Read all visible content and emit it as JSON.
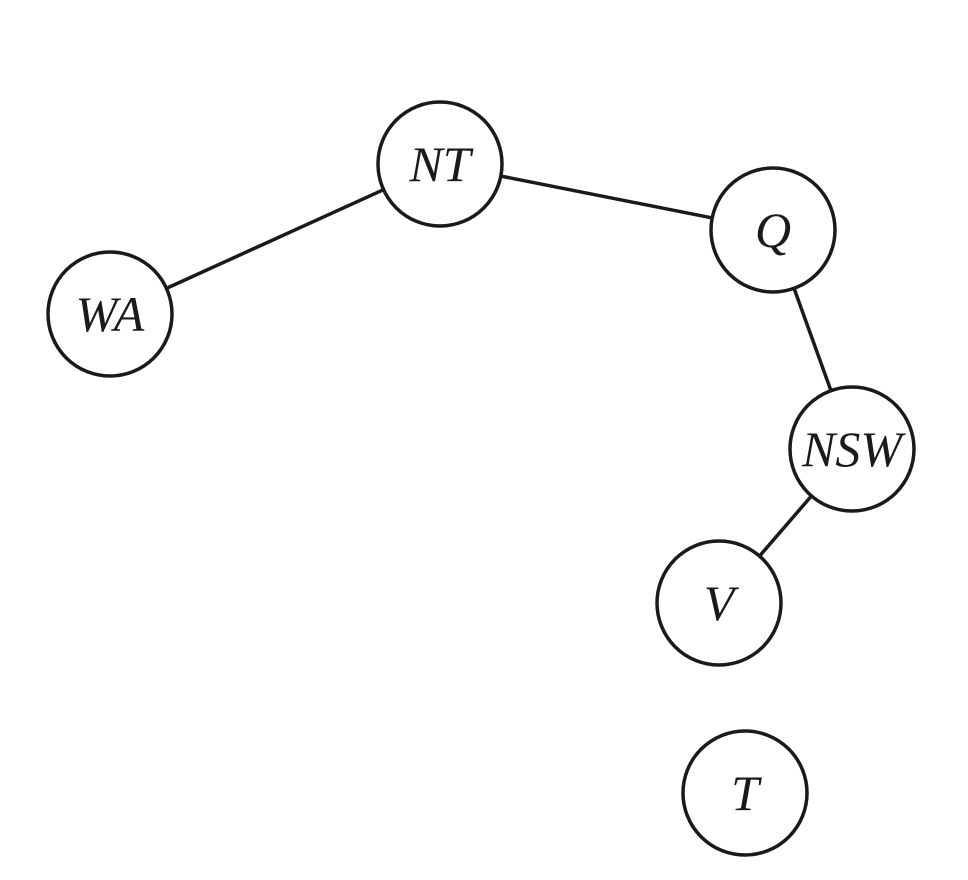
{
  "diagram": {
    "type": "graph",
    "nodes": [
      {
        "id": "WA",
        "label": "WA"
      },
      {
        "id": "NT",
        "label": "NT"
      },
      {
        "id": "Q",
        "label": "Q"
      },
      {
        "id": "NSW",
        "label": "NSW"
      },
      {
        "id": "V",
        "label": "V"
      },
      {
        "id": "T",
        "label": "T"
      }
    ],
    "edges": [
      {
        "from": "WA",
        "to": "NT"
      },
      {
        "from": "NT",
        "to": "Q"
      },
      {
        "from": "Q",
        "to": "NSW"
      },
      {
        "from": "NSW",
        "to": "V"
      }
    ]
  }
}
